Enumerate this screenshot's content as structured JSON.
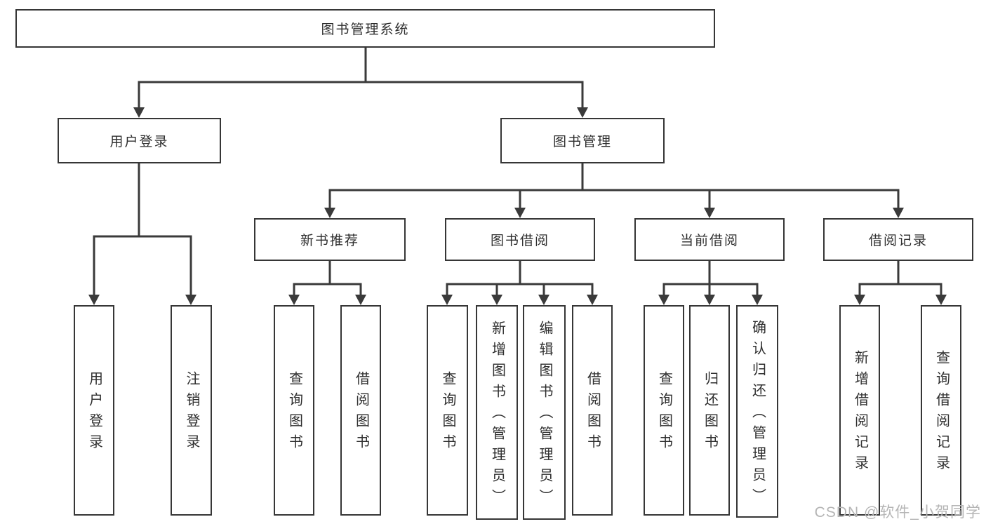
{
  "diagram": {
    "root": "图书管理系统",
    "branches": [
      {
        "label": "用户登录",
        "children": [
          {
            "label": "用户登录"
          },
          {
            "label": "注销登录"
          }
        ]
      },
      {
        "label": "图书管理",
        "children": [
          {
            "label": "新书推荐",
            "children": [
              {
                "label": "查询图书"
              },
              {
                "label": "借阅图书"
              }
            ]
          },
          {
            "label": "图书借阅",
            "children": [
              {
                "label": "查询图书"
              },
              {
                "label": "新增图书（管理员）"
              },
              {
                "label": "编辑图书（管理员）"
              },
              {
                "label": "借阅图书"
              }
            ]
          },
          {
            "label": "当前借阅",
            "children": [
              {
                "label": "查询图书"
              },
              {
                "label": "归还图书"
              },
              {
                "label": "确认归还（管理员）"
              }
            ]
          },
          {
            "label": "借阅记录",
            "children": [
              {
                "label": "新增借阅记录"
              },
              {
                "label": "查询借阅记录"
              }
            ]
          }
        ]
      }
    ]
  },
  "watermark": "CSDN @软件_小贺同学",
  "colors": {
    "line": "#3a3a3a",
    "box_border": "#363636",
    "text": "#2e2e2e",
    "watermark": "#b5b5b5",
    "background": "#ffffff"
  }
}
